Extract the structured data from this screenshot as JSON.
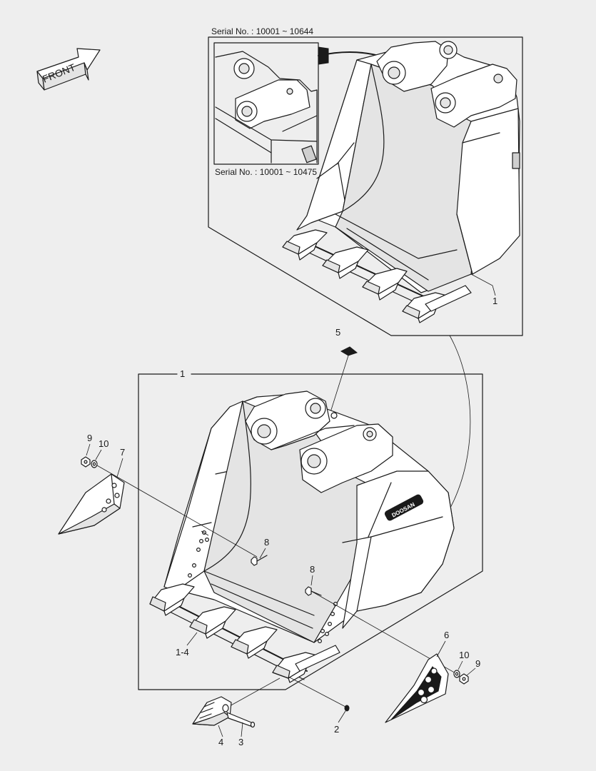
{
  "front_arrow": {
    "label": "FRONT"
  },
  "serial_numbers": {
    "main": "Serial No. : 10001 ~ 10644",
    "detail": "Serial No. : 10001 ~ 10475"
  },
  "brand_logo": "DOOSAN",
  "callouts": [
    {
      "id": "c1-upper",
      "text": "1"
    },
    {
      "id": "c1-lower",
      "text": "1"
    },
    {
      "id": "c5",
      "text": "5"
    },
    {
      "id": "c9-left",
      "text": "9"
    },
    {
      "id": "c10-left",
      "text": "10"
    },
    {
      "id": "c7",
      "text": "7"
    },
    {
      "id": "c8-center",
      "text": "8"
    },
    {
      "id": "c8-right",
      "text": "8"
    },
    {
      "id": "c1-4",
      "text": "1-4"
    },
    {
      "id": "c6",
      "text": "6"
    },
    {
      "id": "c10-right",
      "text": "10"
    },
    {
      "id": "c9-right",
      "text": "9"
    },
    {
      "id": "c2",
      "text": "2"
    },
    {
      "id": "c4",
      "text": "4"
    },
    {
      "id": "c3",
      "text": "3"
    }
  ]
}
